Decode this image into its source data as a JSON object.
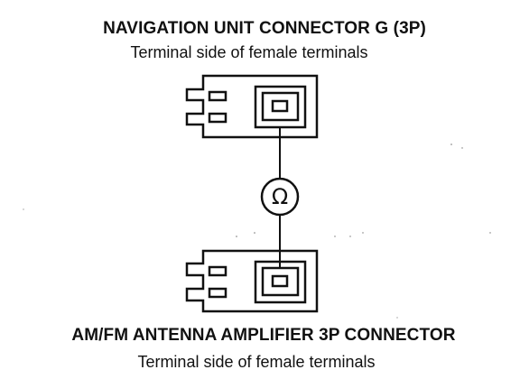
{
  "top_connector": {
    "title": "NAVIGATION UNIT CONNECTOR G (3P)",
    "subtitle": "Terminal side of female terminals"
  },
  "bottom_connector": {
    "title": "AM/FM ANTENNA AMPLIFIER 3P CONNECTOR",
    "subtitle": "Terminal side of female terminals"
  },
  "meter": {
    "symbol": "Ω",
    "icon": "ohmmeter-icon"
  }
}
